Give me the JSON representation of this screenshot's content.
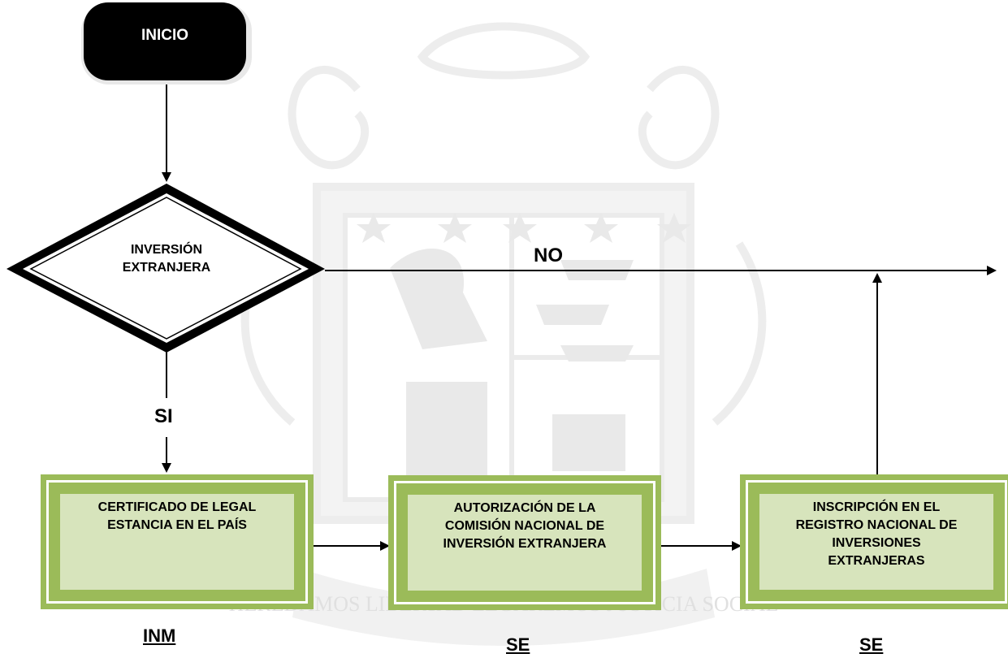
{
  "start": {
    "label": "INICIO"
  },
  "decision": {
    "line1": "INVERSIÓN",
    "line2": "EXTRANJERA"
  },
  "branches": {
    "no": "NO",
    "yes": "SI"
  },
  "steps": [
    {
      "text": "CERTIFICADO DE LEGAL ESTANCIA EN EL PAÍS",
      "owner": "INM"
    },
    {
      "text": "AUTORIZACIÓN DE LA COMISIÓN NACIONAL DE INVERSIÓN EXTRANJERA",
      "owner": "SE"
    },
    {
      "text": "INSCRIPCIÓN EN EL REGISTRO NACIONAL DE INVERSIONES EXTRANJERAS",
      "owner": "SE"
    }
  ],
  "watermark": {
    "icon": "state-coat-of-arms",
    "motto": "HEREDAMOS LIBERTAD LEGAREMOS JUSTICIA SOCIAL"
  },
  "colors": {
    "process_outer": "#9bbb59",
    "process_inner": "#d7e4bc",
    "terminal": "#000000",
    "watermark": "#ececec"
  }
}
